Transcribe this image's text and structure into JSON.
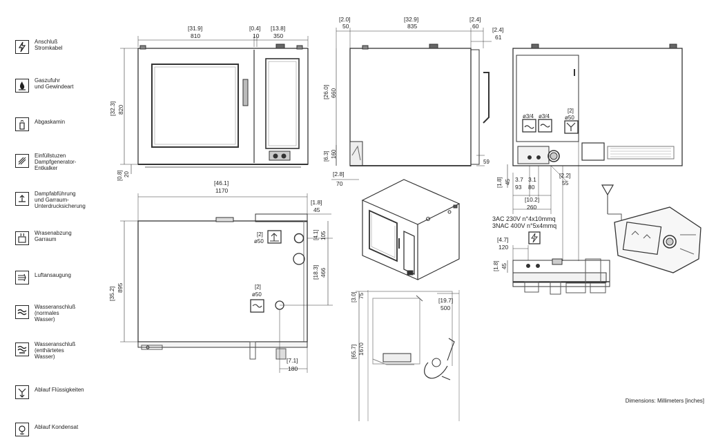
{
  "legend": [
    {
      "icon": "lightning-icon",
      "label": "Anschluß\nStromkabel"
    },
    {
      "icon": "gas-flame-icon",
      "label": "Gaszufuhr\nund Gewindeart"
    },
    {
      "icon": "chimney-icon",
      "label": "Abgaskamin"
    },
    {
      "icon": "filler-icon",
      "label": "Einfüllstuzen\nDampfgenerator-\nEntkalker"
    },
    {
      "icon": "steam-outlet-icon",
      "label": "Dampfabführung\nund Garraum-\nUnterdrucksicherung"
    },
    {
      "icon": "vapour-icon",
      "label": "Wrasenabzung\nGarraum"
    },
    {
      "icon": "air-intake-icon",
      "label": "Luftansaugung"
    },
    {
      "icon": "water-icon",
      "label": "Wasseranschluß\n(normales\nWasser)"
    },
    {
      "icon": "softened-water-icon",
      "label": "Wasseranschluß\n(enthärtetes\nWasser)"
    },
    {
      "icon": "drain-icon",
      "label": "Ablauf Flüssigkeiten"
    },
    {
      "icon": "condensate-icon",
      "label": "Ablauf Kondensat"
    }
  ],
  "front_view": {
    "width_in": "[31.9]",
    "width_mm": "810",
    "gap_in": "[0.4]",
    "gap_mm": "10",
    "panel_in": "[13.8]",
    "panel_mm": "350",
    "height_in": "[32.3]",
    "height_mm": "820",
    "foot_in": "[0.8]",
    "foot_mm": "20"
  },
  "side_view": {
    "left_in": "[2.0]",
    "left_mm": "50",
    "depth_in": "[32.9]",
    "depth_mm": "835",
    "right_in": "[2.4]",
    "right_mm": "60",
    "handle_in": "[2.4]",
    "handle_mm": "61",
    "height_in": "[26.0]",
    "height_mm": "660",
    "low_in": "[6.3]",
    "low_mm": "160",
    "bottom_in": "[2.8]",
    "bottom_mm": "70",
    "right_low_mm": "59"
  },
  "rear_view": {
    "conn1": "ø3/4",
    "conn2": "ø3/4",
    "drain_in": "[2]",
    "drain_mm": "ø50",
    "h_in": "[1.8]",
    "h_mm": "45",
    "a_in": "3.7",
    "a_mm": "93",
    "b_in": "3.1",
    "b_mm": "80",
    "c_in": "[2.2]",
    "c_mm": "55",
    "total_in": "[10.2]",
    "total_mm": "260",
    "power_line1": "3AC 230V n°4x10mmq",
    "power_line2": "3NAC 400V n°5x4mmq"
  },
  "top_view": {
    "width_in": "[46.1]",
    "width_mm": "1170",
    "off_in": "[1.8]",
    "off_mm": "45",
    "depth_in": "[35.2]",
    "depth_mm": "895",
    "o1_in": "[2]",
    "o1_mm": "ø50",
    "o1y_in": "[4.1]",
    "o1y_mm": "105",
    "o2y_in": "[18.3]",
    "o2y_mm": "466",
    "o3_in": "[2]",
    "o3_mm": "ø50",
    "bot_in": "[7.1]",
    "bot_mm": "180"
  },
  "detail_view": {
    "d_in": "[4.7]",
    "d_mm": "120",
    "h_in": "[1.8]",
    "h_mm": "45"
  },
  "clearance_view": {
    "top_in": "[3.0]",
    "top_mm": "75",
    "reach_in": "[19.7]",
    "reach_mm": "500",
    "height_in": "[65.7]",
    "height_mm": "1670"
  },
  "footer": "Dimensions: Millimeters [inches]"
}
